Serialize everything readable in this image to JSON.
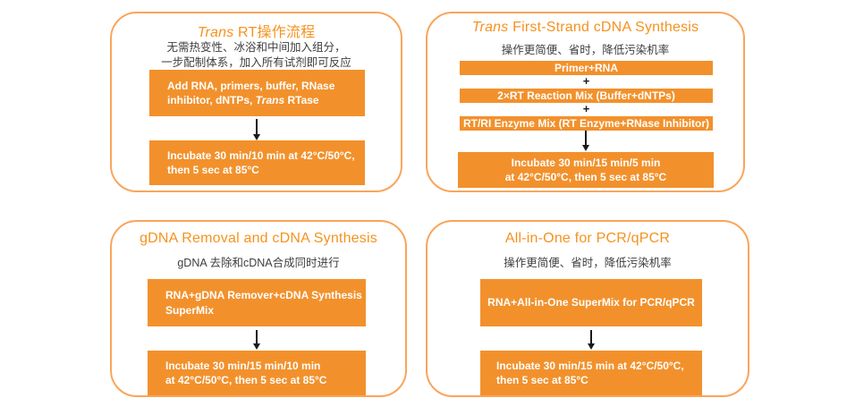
{
  "colors": {
    "box_orange": "#F2912C",
    "border_orange": "#F9A55B",
    "title_orange": "#F6921E",
    "dark_text": "#3E3E40",
    "arrow_black": "#1A1A1A",
    "box_text": "#FFFFFF"
  },
  "panels": [
    {
      "id": "trans-rt",
      "title_italic": "Trans",
      "title_rest": " RT操作流程",
      "subtitle": "无需热变性、冰浴和中间加入组分，\n一步配制体系，加入所有试剂即可反应",
      "step1_pre": "Add RNA, primers, buffer, RNase\ninhibitor, dNTPs, ",
      "step1_italic": "Trans",
      "step1_post": " RTase",
      "step2": "Incubate 30 min/10 min at 42°C/50°C,\nthen 5 sec at 85°C"
    },
    {
      "id": "first-strand",
      "title_italic": "Trans",
      "title_rest": " First-Strand cDNA Synthesis",
      "subtitle": "操作更简便、省时，降低污染机率",
      "bar1": "Primer+RNA",
      "plus": "+",
      "bar2": "2×RT Reaction Mix (Buffer+dNTPs)",
      "bar3": "RT/RI Enzyme Mix (RT Enzyme+RNase Inhibitor)",
      "step_final": "Incubate 30 min/15 min/5 min\nat 42°C/50°C, then 5 sec at 85°C"
    },
    {
      "id": "gdna-removal",
      "title_rest": "gDNA Removal and cDNA Synthesis",
      "subtitle": "gDNA 去除和cDNA合成同时进行",
      "step1": "RNA+gDNA Remover+cDNA Synthesis\nSuperMix",
      "step2": "Incubate 30 min/15 min/10 min\nat 42°C/50°C, then 5 sec at 85°C"
    },
    {
      "id": "all-in-one",
      "title_rest": "All-in-One for PCR/qPCR",
      "subtitle": "操作更简便、省时，降低污染机率",
      "step1": "RNA+All-in-One SuperMix for PCR/qPCR",
      "step2": "Incubate 30 min/15 min at 42°C/50°C,\nthen 5 sec at 85°C"
    }
  ]
}
